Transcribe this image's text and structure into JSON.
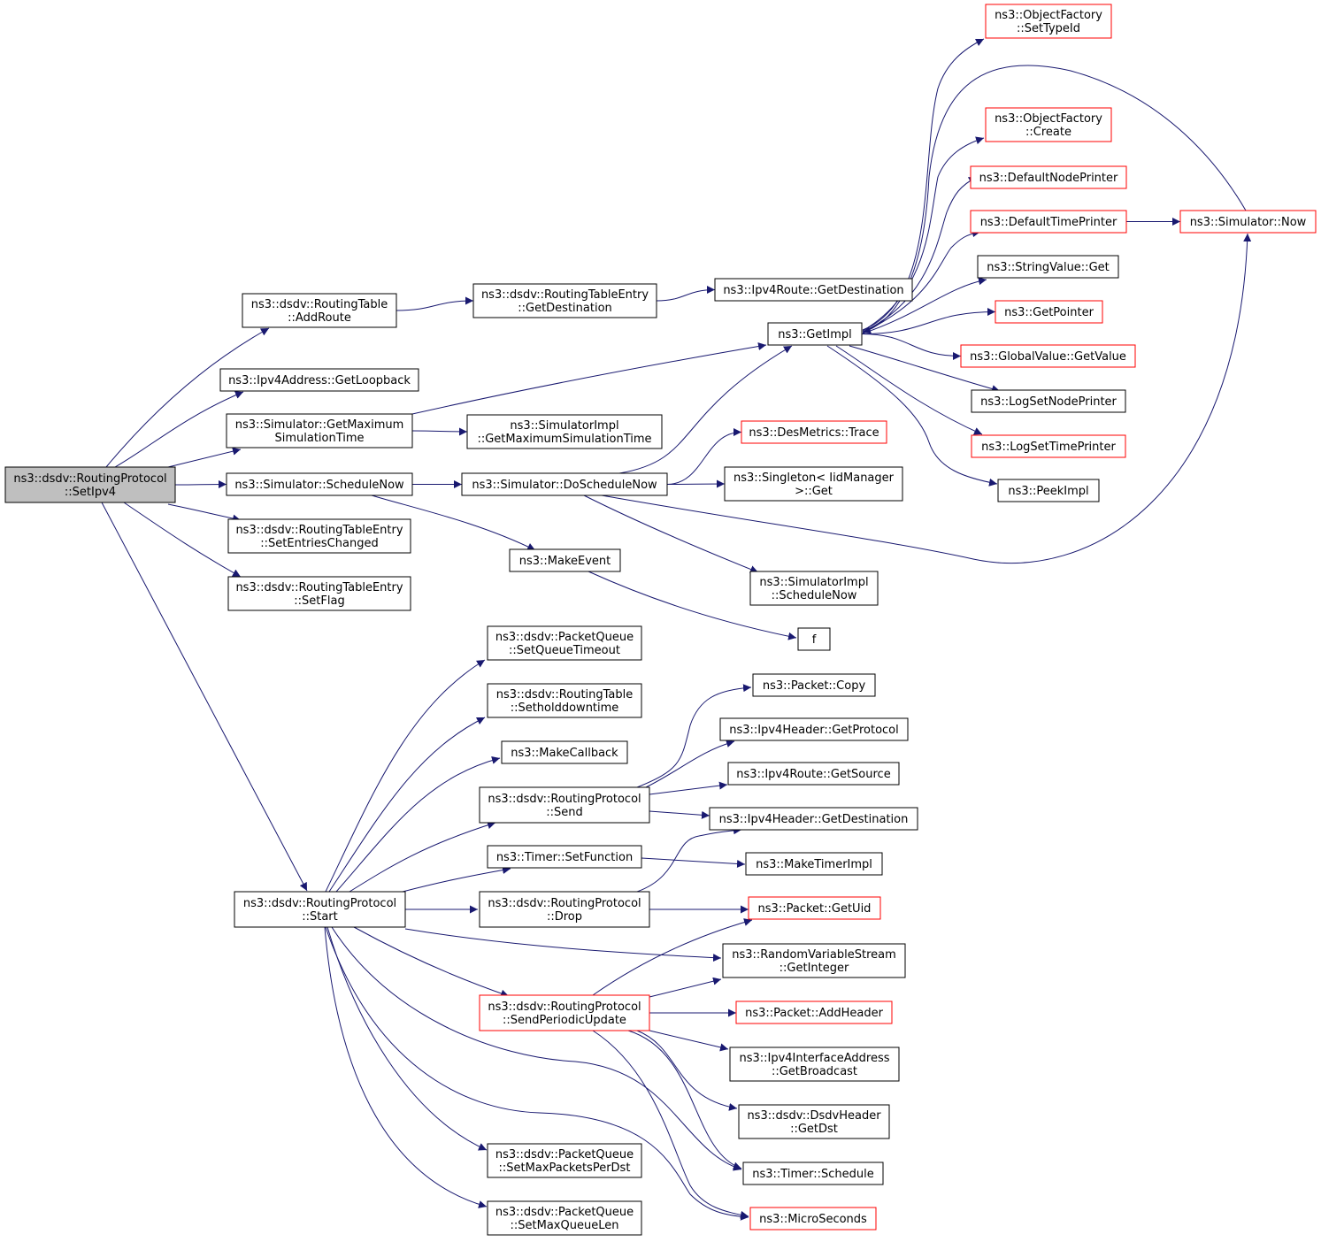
{
  "graph": {
    "colors": {
      "edge": "#191970",
      "node_border": "#000000",
      "node_border_undocumented": "#ff0000",
      "root_fill": "#bfbfbf",
      "node_fill": "#ffffff"
    },
    "nodes": {
      "setipv4": {
        "lines": [
          "ns3::dsdv::RoutingProtocol",
          "::SetIpv4"
        ],
        "kind": "root"
      },
      "addroute": {
        "lines": [
          "ns3::dsdv::RoutingTable",
          "::AddRoute"
        ],
        "kind": "black"
      },
      "rte_getdest": {
        "lines": [
          "ns3::dsdv::RoutingTableEntry",
          "::GetDestination"
        ],
        "kind": "black"
      },
      "ipv4route_getdest": {
        "lines": [
          "ns3::Ipv4Route::GetDestination"
        ],
        "kind": "black"
      },
      "getloopback": {
        "lines": [
          "ns3::Ipv4Address::GetLoopback"
        ],
        "kind": "black"
      },
      "sim_getmax": {
        "lines": [
          "ns3::Simulator::GetMaximum",
          "SimulationTime"
        ],
        "kind": "black"
      },
      "simimpl_getmax": {
        "lines": [
          "ns3::SimulatorImpl",
          "::GetMaximumSimulationTime"
        ],
        "kind": "black"
      },
      "sim_schednow": {
        "lines": [
          "ns3::Simulator::ScheduleNow"
        ],
        "kind": "black"
      },
      "sim_doschednow": {
        "lines": [
          "ns3::Simulator::DoScheduleNow"
        ],
        "kind": "black"
      },
      "makeevent": {
        "lines": [
          "ns3::MakeEvent"
        ],
        "kind": "black"
      },
      "f": {
        "lines": [
          "f"
        ],
        "kind": "black"
      },
      "setentrieschanged": {
        "lines": [
          "ns3::dsdv::RoutingTableEntry",
          "::SetEntriesChanged"
        ],
        "kind": "black"
      },
      "setflag": {
        "lines": [
          "ns3::dsdv::RoutingTableEntry",
          "::SetFlag"
        ],
        "kind": "black"
      },
      "getimpl": {
        "lines": [
          "ns3::GetImpl"
        ],
        "kind": "black"
      },
      "of_settypeid": {
        "lines": [
          "ns3::ObjectFactory",
          "::SetTypeId"
        ],
        "kind": "red"
      },
      "of_create": {
        "lines": [
          "ns3::ObjectFactory",
          "::Create"
        ],
        "kind": "red"
      },
      "defaultnodeprinter": {
        "lines": [
          "ns3::DefaultNodePrinter"
        ],
        "kind": "red"
      },
      "defaulttimeprinter": {
        "lines": [
          "ns3::DefaultTimePrinter"
        ],
        "kind": "red"
      },
      "sim_now": {
        "lines": [
          "ns3::Simulator::Now"
        ],
        "kind": "red"
      },
      "stringvalue_get": {
        "lines": [
          "ns3::StringValue::Get"
        ],
        "kind": "black"
      },
      "getpointer": {
        "lines": [
          "ns3::GetPointer"
        ],
        "kind": "red"
      },
      "globalvalue_getvalue": {
        "lines": [
          "ns3::GlobalValue::GetValue"
        ],
        "kind": "red"
      },
      "logsetnodeprinter": {
        "lines": [
          "ns3::LogSetNodePrinter"
        ],
        "kind": "black"
      },
      "logsettimeprinter": {
        "lines": [
          "ns3::LogSetTimePrinter"
        ],
        "kind": "red"
      },
      "peekimpl": {
        "lines": [
          "ns3::PeekImpl"
        ],
        "kind": "black"
      },
      "desmetrics_trace": {
        "lines": [
          "ns3::DesMetrics::Trace"
        ],
        "kind": "red"
      },
      "singleton_get": {
        "lines": [
          "ns3::Singleton< IidManager",
          " >::Get"
        ],
        "kind": "black"
      },
      "simimpl_schednow": {
        "lines": [
          "ns3::SimulatorImpl",
          "::ScheduleNow"
        ],
        "kind": "black"
      },
      "start": {
        "lines": [
          "ns3::dsdv::RoutingProtocol",
          "::Start"
        ],
        "kind": "black"
      },
      "pq_setqueuetimeout": {
        "lines": [
          "ns3::dsdv::PacketQueue",
          "::SetQueueTimeout"
        ],
        "kind": "black"
      },
      "rt_setholddowntime": {
        "lines": [
          "ns3::dsdv::RoutingTable",
          "::Setholddowntime"
        ],
        "kind": "black"
      },
      "makecallback": {
        "lines": [
          "ns3::MakeCallback"
        ],
        "kind": "black"
      },
      "rp_send": {
        "lines": [
          "ns3::dsdv::RoutingProtocol",
          "::Send"
        ],
        "kind": "black"
      },
      "timer_setfunction": {
        "lines": [
          "ns3::Timer::SetFunction"
        ],
        "kind": "black"
      },
      "rp_drop": {
        "lines": [
          "ns3::dsdv::RoutingProtocol",
          "::Drop"
        ],
        "kind": "black"
      },
      "rp_sendperiodic": {
        "lines": [
          "ns3::dsdv::RoutingProtocol",
          "::SendPeriodicUpdate"
        ],
        "kind": "red"
      },
      "pq_setmaxpacketsperdst": {
        "lines": [
          "ns3::dsdv::PacketQueue",
          "::SetMaxPacketsPerDst"
        ],
        "kind": "black"
      },
      "pq_setmaxqueuelen": {
        "lines": [
          "ns3::dsdv::PacketQueue",
          "::SetMaxQueueLen"
        ],
        "kind": "black"
      },
      "packet_copy": {
        "lines": [
          "ns3::Packet::Copy"
        ],
        "kind": "black"
      },
      "ipv4header_getprotocol": {
        "lines": [
          "ns3::Ipv4Header::GetProtocol"
        ],
        "kind": "black"
      },
      "ipv4route_getsource": {
        "lines": [
          "ns3::Ipv4Route::GetSource"
        ],
        "kind": "black"
      },
      "ipv4header_getdest": {
        "lines": [
          "ns3::Ipv4Header::GetDestination"
        ],
        "kind": "black"
      },
      "maketimerimpl": {
        "lines": [
          "ns3::MakeTimerImpl"
        ],
        "kind": "black"
      },
      "packet_getuid": {
        "lines": [
          "ns3::Packet::GetUid"
        ],
        "kind": "red"
      },
      "rvs_getinteger": {
        "lines": [
          "ns3::RandomVariableStream",
          "::GetInteger"
        ],
        "kind": "black"
      },
      "packet_addheader": {
        "lines": [
          "ns3::Packet::AddHeader"
        ],
        "kind": "red"
      },
      "ipv4ifaddr_getbroadcast": {
        "lines": [
          "ns3::Ipv4InterfaceAddress",
          "::GetBroadcast"
        ],
        "kind": "black"
      },
      "dsdvheader_getdst": {
        "lines": [
          "ns3::dsdv::DsdvHeader",
          "::GetDst"
        ],
        "kind": "black"
      },
      "timer_schedule": {
        "lines": [
          "ns3::Timer::Schedule"
        ],
        "kind": "black"
      },
      "microseconds": {
        "lines": [
          "ns3::MicroSeconds"
        ],
        "kind": "red"
      }
    },
    "edges": [
      [
        "setipv4",
        "addroute"
      ],
      [
        "setipv4",
        "getloopback"
      ],
      [
        "setipv4",
        "sim_getmax"
      ],
      [
        "setipv4",
        "sim_schednow"
      ],
      [
        "setipv4",
        "setentrieschanged"
      ],
      [
        "setipv4",
        "setflag"
      ],
      [
        "setipv4",
        "start"
      ],
      [
        "addroute",
        "rte_getdest"
      ],
      [
        "rte_getdest",
        "ipv4route_getdest"
      ],
      [
        "sim_getmax",
        "getimpl"
      ],
      [
        "sim_getmax",
        "simimpl_getmax"
      ],
      [
        "sim_schednow",
        "sim_doschednow"
      ],
      [
        "sim_schednow",
        "makeevent"
      ],
      [
        "makeevent",
        "f"
      ],
      [
        "sim_doschednow",
        "getimpl"
      ],
      [
        "sim_doschednow",
        "desmetrics_trace"
      ],
      [
        "sim_doschednow",
        "singleton_get"
      ],
      [
        "sim_doschednow",
        "simimpl_schednow"
      ],
      [
        "sim_doschednow",
        "sim_now"
      ],
      [
        "getimpl",
        "of_settypeid"
      ],
      [
        "getimpl",
        "of_create"
      ],
      [
        "getimpl",
        "defaultnodeprinter"
      ],
      [
        "getimpl",
        "defaulttimeprinter"
      ],
      [
        "getimpl",
        "stringvalue_get"
      ],
      [
        "getimpl",
        "getpointer"
      ],
      [
        "getimpl",
        "globalvalue_getvalue"
      ],
      [
        "getimpl",
        "logsetnodeprinter"
      ],
      [
        "getimpl",
        "logsettimeprinter"
      ],
      [
        "getimpl",
        "peekimpl"
      ],
      [
        "defaulttimeprinter",
        "sim_now"
      ],
      [
        "sim_now",
        "getimpl"
      ],
      [
        "start",
        "pq_setqueuetimeout"
      ],
      [
        "start",
        "rt_setholddowntime"
      ],
      [
        "start",
        "makecallback"
      ],
      [
        "start",
        "rp_send"
      ],
      [
        "start",
        "timer_setfunction"
      ],
      [
        "start",
        "rp_drop"
      ],
      [
        "start",
        "rvs_getinteger"
      ],
      [
        "start",
        "rp_sendperiodic"
      ],
      [
        "start",
        "pq_setmaxpacketsperdst"
      ],
      [
        "start",
        "pq_setmaxqueuelen"
      ],
      [
        "start",
        "timer_schedule"
      ],
      [
        "start",
        "microseconds"
      ],
      [
        "rp_send",
        "packet_copy"
      ],
      [
        "rp_send",
        "ipv4header_getprotocol"
      ],
      [
        "rp_send",
        "ipv4route_getsource"
      ],
      [
        "rp_send",
        "ipv4header_getdest"
      ],
      [
        "timer_setfunction",
        "maketimerimpl"
      ],
      [
        "rp_drop",
        "ipv4header_getdest"
      ],
      [
        "rp_drop",
        "packet_getuid"
      ],
      [
        "rp_sendperiodic",
        "packet_getuid"
      ],
      [
        "rp_sendperiodic",
        "rvs_getinteger"
      ],
      [
        "rp_sendperiodic",
        "packet_addheader"
      ],
      [
        "rp_sendperiodic",
        "ipv4ifaddr_getbroadcast"
      ],
      [
        "rp_sendperiodic",
        "dsdvheader_getdst"
      ],
      [
        "rp_sendperiodic",
        "timer_schedule"
      ],
      [
        "rp_sendperiodic",
        "microseconds"
      ]
    ]
  }
}
